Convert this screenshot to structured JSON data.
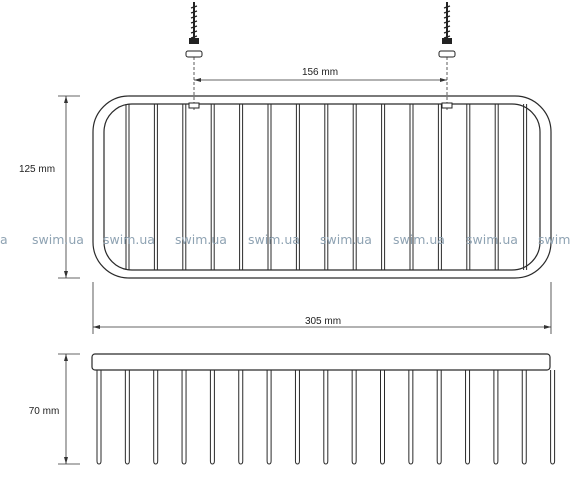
{
  "dimensions": {
    "mount_spacing": "156 mm",
    "depth": "125 mm",
    "width": "305 mm",
    "height": "70 mm"
  },
  "watermark": {
    "text": "swim.ua",
    "partial_left": "a",
    "partial_right": "swim",
    "color": "#8fa3b3"
  },
  "icons": [
    "screw-icon",
    "wall-plug-icon"
  ]
}
